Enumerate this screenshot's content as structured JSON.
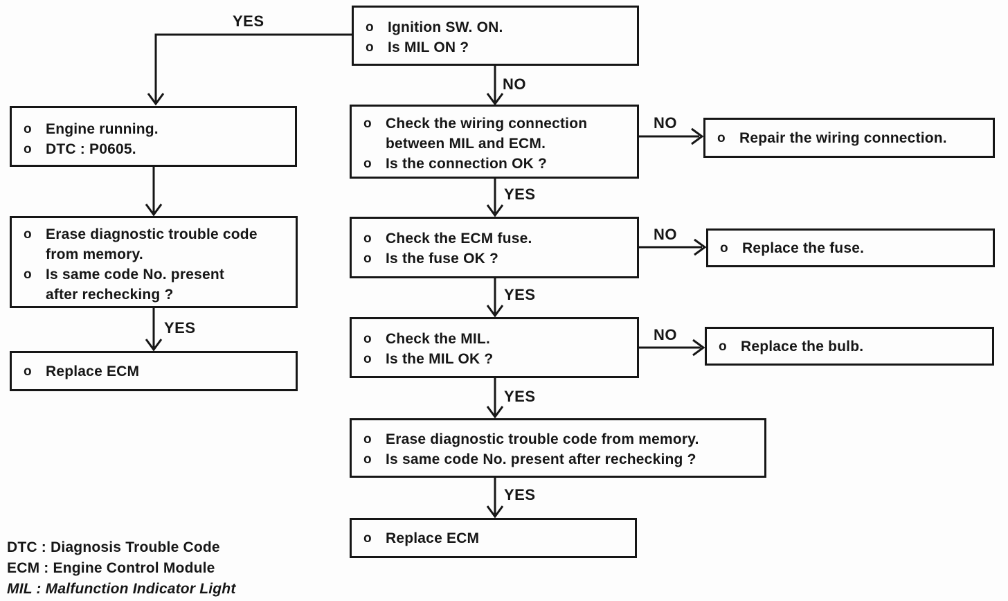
{
  "bullet": "o",
  "labels": {
    "yes": "YES",
    "no": "NO"
  },
  "nodes": {
    "ignition": {
      "items": [
        {
          "lines": [
            "Ignition SW. ON."
          ]
        },
        {
          "lines": [
            "Is MIL ON ?"
          ]
        }
      ]
    },
    "engine": {
      "items": [
        {
          "lines": [
            "Engine running."
          ]
        },
        {
          "lines": [
            "DTC : P0605."
          ]
        }
      ]
    },
    "erase_left": {
      "items": [
        {
          "lines": [
            "Erase diagnostic trouble code",
            "from memory."
          ]
        },
        {
          "lines": [
            "Is same code No. present",
            "after rechecking ?"
          ]
        }
      ]
    },
    "replace_ecm_left": {
      "items": [
        {
          "lines": [
            "Replace ECM"
          ]
        }
      ]
    },
    "check_wiring": {
      "items": [
        {
          "lines": [
            "Check the wiring connection",
            "between MIL and ECM."
          ]
        },
        {
          "lines": [
            "Is the connection OK ?"
          ]
        }
      ]
    },
    "repair_wiring": {
      "items": [
        {
          "lines": [
            "Repair the wiring connection."
          ]
        }
      ]
    },
    "check_fuse": {
      "items": [
        {
          "lines": [
            "Check the ECM fuse."
          ]
        },
        {
          "lines": [
            "Is the fuse OK ?"
          ]
        }
      ]
    },
    "replace_fuse": {
      "items": [
        {
          "lines": [
            "Replace the fuse."
          ]
        }
      ]
    },
    "check_mil": {
      "items": [
        {
          "lines": [
            "Check the MIL."
          ]
        },
        {
          "lines": [
            "Is the MIL OK ?"
          ]
        }
      ]
    },
    "replace_bulb": {
      "items": [
        {
          "lines": [
            "Replace the bulb."
          ]
        }
      ]
    },
    "erase_center": {
      "items": [
        {
          "lines": [
            "Erase diagnostic trouble code from memory."
          ]
        },
        {
          "lines": [
            "Is same code No. present after rechecking ?"
          ]
        }
      ]
    },
    "replace_ecm_center": {
      "items": [
        {
          "lines": [
            "Replace ECM"
          ]
        }
      ]
    }
  },
  "legend": {
    "lines": [
      "DTC : Diagnosis Trouble Code",
      "ECM : Engine Control Module",
      "MIL : Malfunction Indicator Light"
    ]
  }
}
